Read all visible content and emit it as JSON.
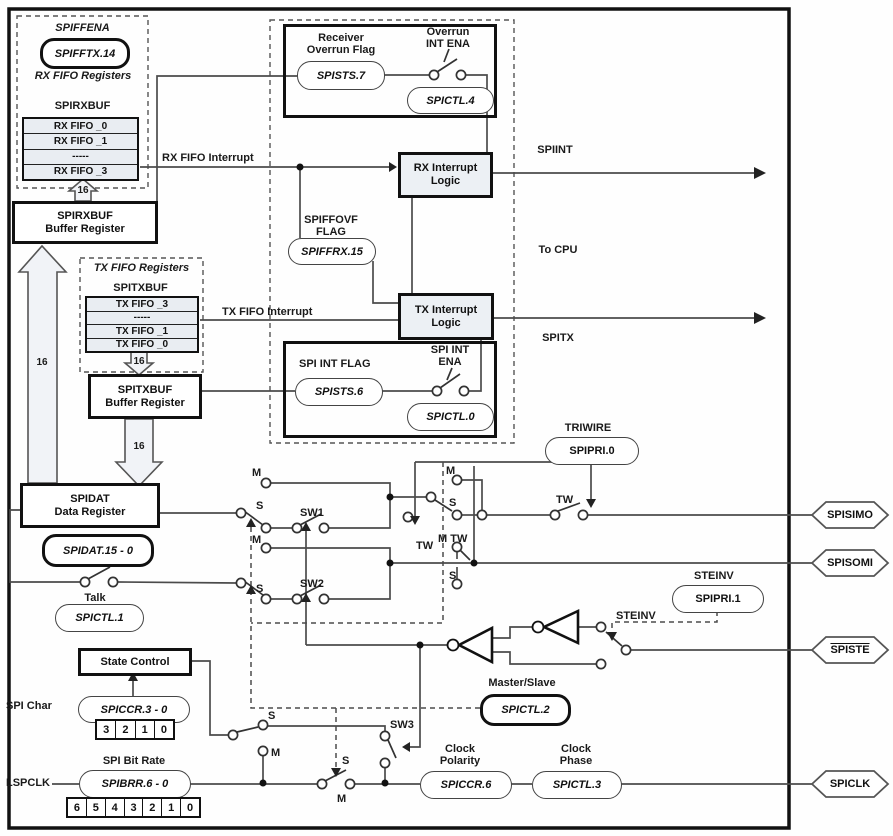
{
  "colors": {
    "line": "#4b4b4b",
    "border": "#111111",
    "fill_light": "#e9edf2",
    "bg": "#ffffff"
  },
  "rx": {
    "ena_title": "SPIFFENA",
    "ena_bit": "SPIFFTX.14",
    "section_title": "RX FIFO Registers",
    "buf_name": "SPIRXBUF",
    "fifo": [
      "RX FIFO _0",
      "RX FIFO _1",
      "-----",
      "RX FIFO _3"
    ],
    "bus_width": "16",
    "buffer_line1": "SPIRXBUF",
    "buffer_line2": "Buffer Register",
    "interrupt_label": "RX FIFO Interrupt"
  },
  "tx": {
    "section_title": "TX FIFO Registers",
    "buf_name": "SPITXBUF",
    "fifo": [
      "TX FIFO _3",
      "-----",
      "TX FIFO _1",
      "TX FIFO _0"
    ],
    "bus_width": "16",
    "buffer_line1": "SPITXBUF",
    "buffer_line2": "Buffer Register",
    "interrupt_label": "TX FIFO Interrupt"
  },
  "irq": {
    "overrun_flag_line1": "Receiver",
    "overrun_flag_line2": "Overrun Flag",
    "overrun_ena_line1": "Overrun",
    "overrun_ena_line2": "INT ENA",
    "spists7": "SPISTS.7",
    "spictl4": "SPICTL.4",
    "rx_logic_line1": "RX Interrupt",
    "rx_logic_line2": "Logic",
    "tx_logic_line1": "TX Interrupt",
    "tx_logic_line2": "Logic",
    "spiint": "SPIINT",
    "spitx": "SPITX",
    "to_cpu": "To CPU",
    "ffovf_line1": "SPIFFOVF",
    "ffovf_line2": "FLAG",
    "spiffrx15": "SPIFFRX.15",
    "int_flag": "SPI INT FLAG",
    "spists6": "SPISTS.6",
    "int_ena_line1": "SPI INT",
    "int_ena_line2": "ENA",
    "spictl0": "SPICTL.0"
  },
  "datapath": {
    "spidat_line1": "SPIDAT",
    "spidat_line2": "Data Register",
    "spidat_bits": "SPIDAT.15 - 0",
    "talk": "Talk",
    "spictl1": "SPICTL.1",
    "sw1": "SW1",
    "sw2": "SW2",
    "sw3": "SW3",
    "m": "M",
    "s": "S",
    "tw": "TW",
    "m_tw": "M TW",
    "triwire": "TRIWIRE",
    "spipri0": "SPIPRI.0",
    "steinv": "STEINV",
    "spipri1": "SPIPRI.1",
    "master_slave": "Master/Slave",
    "spictl2": "SPICTL.2"
  },
  "control": {
    "state_control": "State Control",
    "spi_char": "SPI Char",
    "spiccr30": "SPICCR.3 - 0",
    "char_bits": [
      "3",
      "2",
      "1",
      "0"
    ],
    "spi_bit_rate": "SPI Bit Rate",
    "lspclk": "LSPCLK",
    "spibrr60": "SPIBRR.6 - 0",
    "rate_bits": [
      "6",
      "5",
      "4",
      "3",
      "2",
      "1",
      "0"
    ],
    "clock_polarity_line1": "Clock",
    "clock_polarity_line2": "Polarity",
    "spiccr6": "SPICCR.6",
    "clock_phase_line1": "Clock",
    "clock_phase_line2": "Phase",
    "spictl3": "SPICTL.3"
  },
  "pins": {
    "spisimo": "SPISIMO",
    "spisomi": "SPISOMI",
    "spiste": "SPISTE",
    "spiclk": "SPICLK"
  }
}
